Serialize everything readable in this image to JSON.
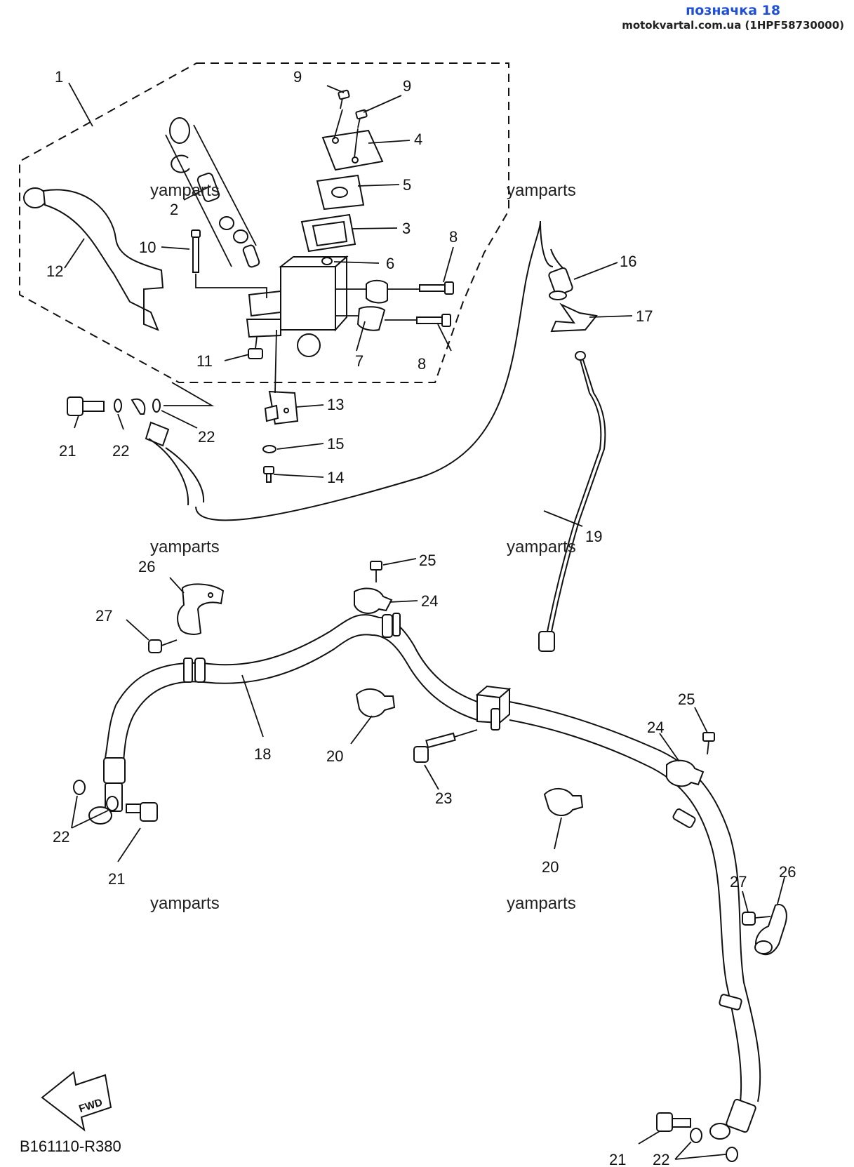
{
  "header": {
    "tag": "позначка 18",
    "site": "motokvartal.com.ua (1HPF58730000)"
  },
  "watermark": "yamparts",
  "drawing_code": "B161110-R380",
  "fwd_label": "FWD",
  "labels": {
    "p1": "1",
    "p2": "2",
    "p3": "3",
    "p4": "4",
    "p5": "5",
    "p6": "6",
    "p7": "7",
    "p8": "8",
    "p9": "9",
    "p10": "10",
    "p11": "11",
    "p12": "12",
    "p13": "13",
    "p14": "14",
    "p15": "15",
    "p16": "16",
    "p17": "17",
    "p18": "18",
    "p19": "19",
    "p20": "20",
    "p21": "21",
    "p22": "22",
    "p23": "23",
    "p24": "24",
    "p25": "25",
    "p26": "26",
    "p27": "27"
  }
}
